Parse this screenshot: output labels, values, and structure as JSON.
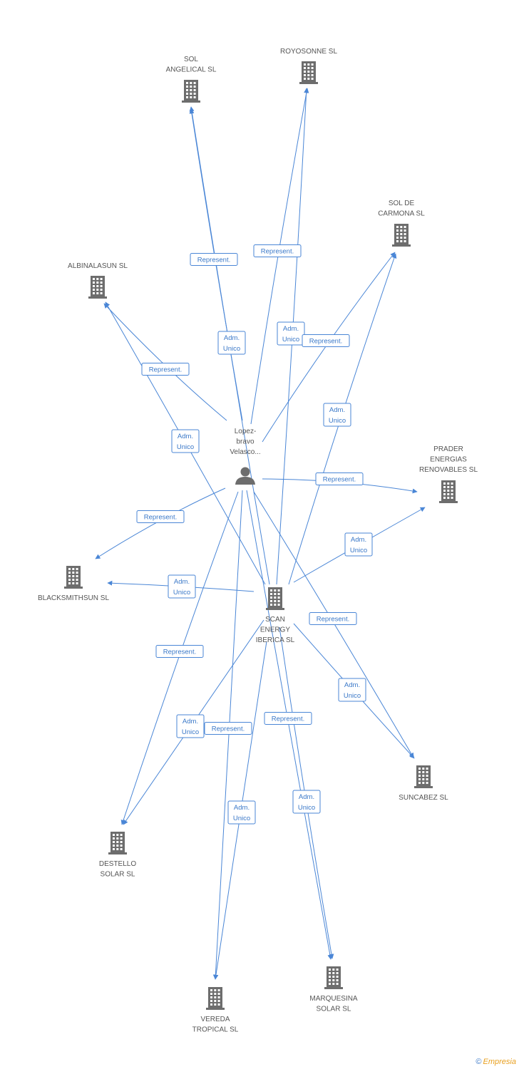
{
  "nodes": [
    {
      "id": "person",
      "type": "person",
      "label": [
        "Lopez-",
        "bravo",
        "Velasco..."
      ]
    },
    {
      "id": "scan",
      "type": "company",
      "label": [
        "SCAN",
        "ENERGY",
        "IBERICA SL"
      ]
    },
    {
      "id": "sol_angelical",
      "type": "company",
      "label": [
        "SOL",
        "ANGELICAL SL"
      ]
    },
    {
      "id": "royosonne",
      "type": "company",
      "label": [
        "ROYOSONNE SL"
      ]
    },
    {
      "id": "sol_carmona",
      "type": "company",
      "label": [
        "SOL DE",
        "CARMONA SL"
      ]
    },
    {
      "id": "albinalasun",
      "type": "company",
      "label": [
        "ALBINALASUN SL"
      ]
    },
    {
      "id": "prader",
      "type": "company",
      "label": [
        "PRADER",
        "ENERGIAS",
        "RENOVABLES SL"
      ]
    },
    {
      "id": "blacksmithsun",
      "type": "company",
      "label": [
        "BLACKSMITHSUN SL"
      ]
    },
    {
      "id": "suncabez",
      "type": "company",
      "label": [
        "SUNCABEZ SL"
      ]
    },
    {
      "id": "destello",
      "type": "company",
      "label": [
        "DESTELLO",
        "SOLAR SL"
      ]
    },
    {
      "id": "vereda",
      "type": "company",
      "label": [
        "VEREDA",
        "TROPICAL SL"
      ]
    },
    {
      "id": "marquesina",
      "type": "company",
      "label": [
        "MARQUESINA",
        "SOLAR SL"
      ]
    }
  ],
  "edges": [
    {
      "from": "person",
      "to": "sol_angelical",
      "label": [
        "Represent."
      ]
    },
    {
      "from": "scan",
      "to": "sol_angelical",
      "label": [
        "Adm.",
        "Unico"
      ]
    },
    {
      "from": "person",
      "to": "royosonne",
      "label": [
        "Represent."
      ]
    },
    {
      "from": "scan",
      "to": "royosonne",
      "label": [
        "Adm.",
        "Unico"
      ]
    },
    {
      "from": "person",
      "to": "sol_carmona",
      "label": [
        "Represent."
      ]
    },
    {
      "from": "scan",
      "to": "sol_carmona",
      "label": [
        "Adm.",
        "Unico"
      ]
    },
    {
      "from": "person",
      "to": "albinalasun",
      "label": [
        "Represent."
      ]
    },
    {
      "from": "scan",
      "to": "albinalasun",
      "label": [
        "Adm.",
        "Unico"
      ]
    },
    {
      "from": "person",
      "to": "prader",
      "label": [
        "Represent."
      ]
    },
    {
      "from": "scan",
      "to": "prader",
      "label": [
        "Adm.",
        "Unico"
      ]
    },
    {
      "from": "person",
      "to": "blacksmithsun",
      "label": [
        "Represent."
      ]
    },
    {
      "from": "scan",
      "to": "blacksmithsun",
      "label": [
        "Adm.",
        "Unico"
      ]
    },
    {
      "from": "person",
      "to": "suncabez",
      "label": [
        "Represent."
      ]
    },
    {
      "from": "scan",
      "to": "suncabez",
      "label": [
        "Adm.",
        "Unico"
      ]
    },
    {
      "from": "person",
      "to": "destello",
      "label": [
        "Represent."
      ]
    },
    {
      "from": "scan",
      "to": "destello",
      "label": [
        "Adm.",
        "Unico"
      ]
    },
    {
      "from": "person",
      "to": "vereda",
      "label": [
        "Represent."
      ]
    },
    {
      "from": "scan",
      "to": "vereda",
      "label": [
        "Adm.",
        "Unico"
      ]
    },
    {
      "from": "person",
      "to": "marquesina",
      "label": [
        "Represent."
      ]
    },
    {
      "from": "scan",
      "to": "marquesina",
      "label": [
        "Adm.",
        "Unico"
      ]
    }
  ],
  "colors": {
    "edge": "#4a86d6",
    "icon": "#6d6d6d",
    "label_text": "#555555"
  },
  "footer": {
    "symbol": "©",
    "brand": "Empresia"
  }
}
